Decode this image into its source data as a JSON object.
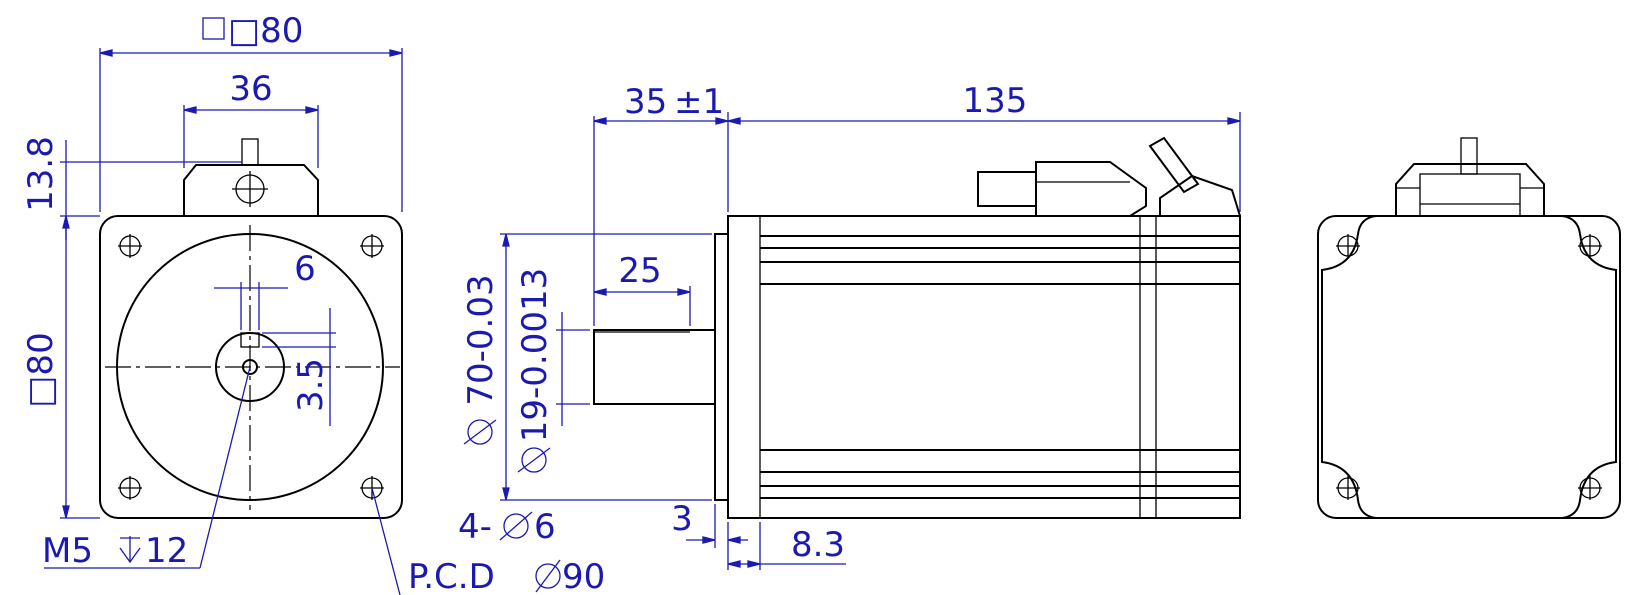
{
  "dimensions": {
    "front_width": "□80",
    "front_tab_width": "36",
    "front_tab_height": "13.8",
    "front_height": "□80",
    "key_width": "6",
    "key_depth": "3.5",
    "thread": "M5",
    "thread_depth": "12",
    "bolt_holes": "4-",
    "bolt_hole_dia": "6",
    "pcd": "P.C.D",
    "pcd_dia": "90",
    "shaft_length": "35",
    "shaft_tol": "±1",
    "body_length": "135",
    "key_length": "25",
    "pilot_dia": "70-0.03",
    "shaft_dia": "19-0.0013",
    "pilot_depth": "3",
    "flange_thickness": "8.3"
  },
  "colors": {
    "dimension": "#1a1ab0",
    "line": "#000000",
    "background": "#ffffff"
  }
}
